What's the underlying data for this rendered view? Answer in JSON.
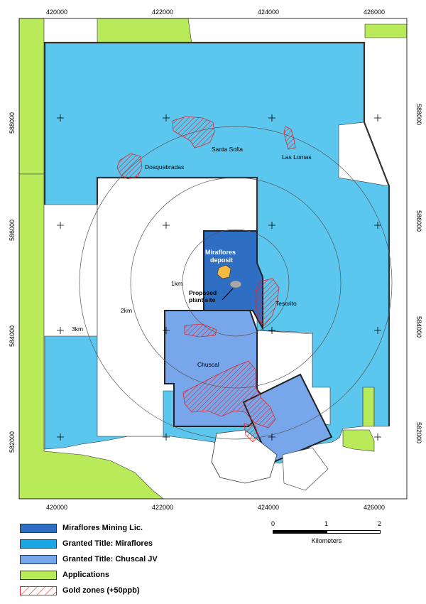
{
  "map": {
    "x_ticks": [
      "420000",
      "422000",
      "424000",
      "426000"
    ],
    "y_ticks": [
      "588000",
      "586000",
      "584000",
      "582000"
    ],
    "place_labels": {
      "santa_sofia": "Santa Sofia",
      "las_lomas": "Las Lomas",
      "dosquebradas": "Dosquebradas",
      "miraflores_deposit_1": "Miraflores",
      "miraflores_deposit_2": "deposit",
      "proposed_1": "Proposed",
      "proposed_2": "plant site",
      "tesorito": "Tesorito",
      "chuscal": "Chuscal"
    },
    "ring_labels": {
      "r1": "1km",
      "r2": "2km",
      "r3": "3km"
    },
    "colors": {
      "miraflores_mining": "#2e6fc4",
      "granted_miraflores": "#5bc6ee",
      "granted_chuscal": "#78a6ea",
      "applications": "#b9ea5a",
      "gold": "#e3262b"
    }
  },
  "legend": {
    "items": [
      {
        "label": "Miraflores Mining Lic."
      },
      {
        "label": "Granted Title: Miraflores"
      },
      {
        "label": "Granted Title: Chuscal JV"
      },
      {
        "label": "Applications"
      },
      {
        "label": "Gold zones (+50ppb)"
      }
    ]
  },
  "scalebar": {
    "ticks": [
      "0",
      "1",
      "2"
    ],
    "unit": "Kilometers"
  }
}
